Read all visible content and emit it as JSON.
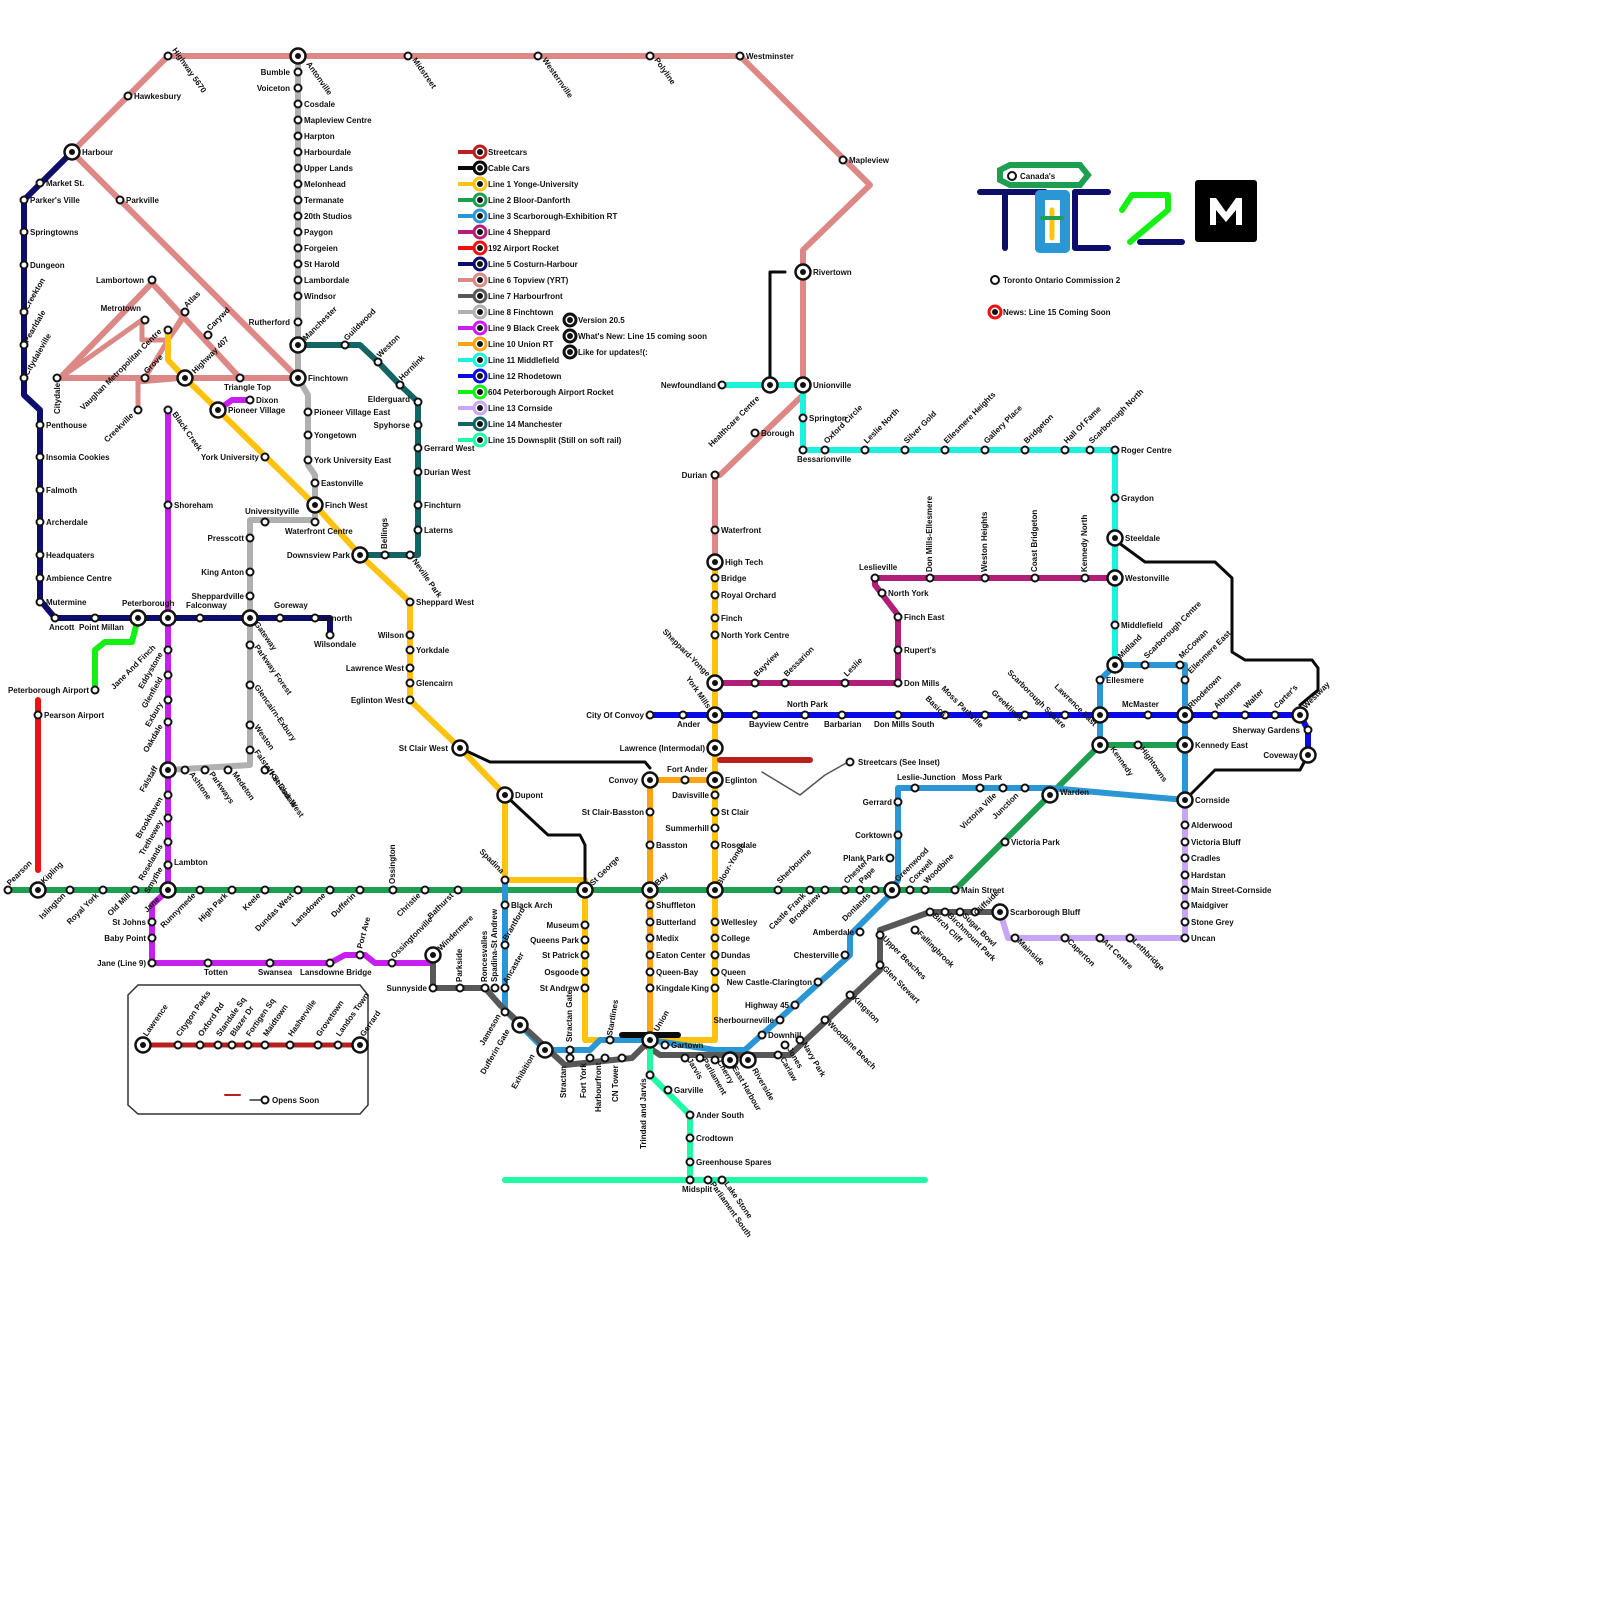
{
  "colors": {
    "line1": "#ffc20e",
    "line2": "#1e9e50",
    "line3": "#2a97d4",
    "line4": "#b21f79",
    "line5": "#0d0d6b",
    "line6": "#dc8886",
    "line7": "#585858",
    "line8": "#b0b0b0",
    "line9": "#c81ef0",
    "line10": "#fba412",
    "line11": "#1ef0de",
    "line12": "#0a0ae6",
    "line13": "#c8a6f5",
    "line14": "#146464",
    "line15": "#1efaa6",
    "airport": "#f01010",
    "peterborough": "#14f014",
    "cable": "#0a0a0a",
    "streetcar": "#b82020",
    "black": "#000000"
  },
  "logo": {
    "title_badge": "Canada's",
    "subtitle": "Toronto Ontario Commission 2",
    "news": "News: Line 15 Coming Soon"
  },
  "legend": [
    {
      "label": "Streetcars",
      "color": "#b82020"
    },
    {
      "label": "Cable Cars",
      "color": "#0a0a0a"
    },
    {
      "label": "Line 1 Yonge-University",
      "color": "#ffc20e"
    },
    {
      "label": "Line 2 Bloor-Danforth",
      "color": "#1e9e50"
    },
    {
      "label": "Line 3 Scarborough-Exhibition RT",
      "color": "#2a97d4"
    },
    {
      "label": "Line 4 Sheppard",
      "color": "#b21f79"
    },
    {
      "label": "192 Airport Rocket",
      "color": "#f01010"
    },
    {
      "label": "Line 5 Costurn-Harbour",
      "color": "#0d0d6b"
    },
    {
      "label": "Line 6 Topview (YRT)",
      "color": "#dc8886"
    },
    {
      "label": "Line 7 Harbourfront",
      "color": "#585858"
    },
    {
      "label": "Line 8 Finchtown",
      "color": "#b0b0b0"
    },
    {
      "label": "Line 9 Black Creek",
      "color": "#c81ef0"
    },
    {
      "label": "Line 10 Union RT",
      "color": "#fba412"
    },
    {
      "label": "Line 11 Middlefield",
      "color": "#1ef0de"
    },
    {
      "label": "Line 12 Rhodetown",
      "color": "#0a0ae6"
    },
    {
      "label": "604 Peterborough Airport Rocket",
      "color": "#14f014"
    },
    {
      "label": "Line 13 Cornside",
      "color": "#c8a6f5"
    },
    {
      "label": "Line 14 Manchester",
      "color": "#146464"
    },
    {
      "label": "Line 15 Downsplit (Still on soft rail)",
      "color": "#1efaa6"
    }
  ],
  "notes": [
    "Version 20.5",
    "What's New: Line 15 coming soon",
    "Like for updates!(:"
  ],
  "inset": {
    "opens_soon": "Opens Soon",
    "streetcar_ref": "Streetcars (See Inset)"
  },
  "stations": {
    "l6": [
      "Highway 5670",
      "Hawkesbury",
      "Harbour",
      "Parkville",
      "Antonville",
      "Midstreet",
      "Westernville",
      "Polyline",
      "Westminster",
      "Mapleview",
      "Rivertown",
      "Unionville",
      "Healthcare Centre",
      "Borough",
      "Durian",
      "Waterfront",
      "Lambortown",
      "Metrotown",
      "Atlas",
      "Carywd",
      "Highway 407",
      "Triangle Top",
      "Vaughan Metropolitan Centre",
      "Grove",
      "Citydale",
      "Creekville"
    ],
    "l8": [
      "Bumble",
      "Voiceton",
      "Cosdale",
      "Mapleview Centre",
      "Harpton",
      "Harbourdale",
      "Upper Lands",
      "Melonhead",
      "Termanate",
      "20th Studios",
      "Paygon",
      "Forgeien",
      "St Harold",
      "Lambordale",
      "Windsor",
      "Rutherford",
      "Pioneer Village East",
      "Yongetown",
      "York University East",
      "Eastonville",
      "Waterfront Centre",
      "Universityville",
      "Presscott",
      "King Anton",
      "Sheppardville",
      "Parkway Forest",
      "Glencairn-Exbury",
      "Weston",
      "Falstaff-St Clair West",
      "Keelesdale",
      "Medeton",
      "Parkways",
      "Ashtone"
    ],
    "l14": [
      "Manchester",
      "Guildwood",
      "Weston",
      "Hornlink",
      "Elderguard",
      "Spyhorse",
      "Gerrard West",
      "Durian West",
      "Finchturn",
      "Laterns",
      "Neville Park",
      "Bellings",
      "Finchtown",
      "Finch West",
      "Downsview Park"
    ],
    "l5": [
      "Market St.",
      "Parker's Ville",
      "Springtowns",
      "Dungeon",
      "Creekton",
      "Pearldale",
      "Citydaleville",
      "Penthouse",
      "Insomia Cookies",
      "Falmoth",
      "Archerdale",
      "Headquaters",
      "Ambience Centre",
      "Mutermine",
      "Ancott",
      "Point Millan",
      "Peterborough",
      "Falconway",
      "Gateway",
      "Goreway",
      "Annorth",
      "Wilsondale"
    ],
    "l9": [
      "Dixon",
      "Pioneer Village",
      "Black Creek",
      "Shoreham",
      "Jane And Finch",
      "Eddystone",
      "Glenfield",
      "Exbury",
      "Oakdale",
      "Falstaff",
      "Brookhaven",
      "Trethewey",
      "Roselands",
      "Smythe",
      "Lambton",
      "St Johns",
      "Baby Point",
      "Jane (Line 9)",
      "Totten",
      "Swansea",
      "Lansdowne Bridge",
      "Port Ave",
      "Ossingtonville"
    ],
    "misc": [
      "Peterborough Airport",
      "Pearson Airport",
      "York University"
    ],
    "l1": [
      "Sheppard West",
      "Wilson",
      "Yorkdale",
      "Lawrence West",
      "Glencairn",
      "Eglinton West",
      "St Clair West",
      "Dupont",
      "Spadina",
      "St George",
      "Museum",
      "Queens Park",
      "St Patrick",
      "Osgoode",
      "St Andrew",
      "Union",
      "Startlines",
      "Gartown",
      "King",
      "Queen",
      "Dundas",
      "College",
      "Wellesley",
      "Bloor-Yonge",
      "Rosedale",
      "Summerhill",
      "St Clair",
      "Davisville",
      "Eglinton",
      "Lawrence (Intermodal)",
      "York Mills",
      "Sheppard-Yonge",
      "North York Centre",
      "Finch",
      "Royal Orchard",
      "Bridge",
      "High Tech"
    ],
    "l2": [
      "Pearson",
      "Kipling",
      "Islington",
      "Royal York",
      "Old Mill",
      "Jane",
      "Runnymede",
      "High Park",
      "Keele",
      "Dundas West",
      "Lansdowne",
      "Dufferin",
      "Ossington",
      "Christie",
      "Bathurst",
      "Bay",
      "Sherbourne",
      "Castle Frank",
      "Broadview",
      "Chester",
      "Pape",
      "Donlands",
      "Greenwood",
      "Coxwell",
      "Woodbine",
      "Main Street",
      "Victoria Park",
      "Warden",
      "Kennedy",
      "Hightowns"
    ],
    "l10": [
      "Convoy",
      "Fort Ander",
      "St Clair-Basston",
      "Basston",
      "Shuffleton",
      "Butterland",
      "Medix",
      "Eaton Center",
      "Queen-Bay",
      "Kingdale"
    ],
    "l3": [
      "Black Arch",
      "Brantford",
      "Ancaster",
      "Jameson",
      "Dufferin Gate",
      "Exhibition",
      "Stractan Gate",
      "Cherry",
      "East Harbour",
      "Riverside",
      "Downhill",
      "Sherbourneville",
      "Highway 45",
      "New Castle-Clarington",
      "Chesterville",
      "Amberdale",
      "Corktown",
      "Plank Park",
      "Gerrard",
      "Leslie-Junction",
      "Moss Park",
      "Victoria Ville",
      "Junction",
      "Ellesmere",
      "Midland",
      "Scarborough Centre",
      "McCowan",
      "Ellesmere East",
      "Kennedy East",
      "Cornside"
    ],
    "l7": [
      "Sunnyside",
      "Parkside",
      "Roncesvalles",
      "Spadina-St Andrew",
      "Stractan",
      "Fort York",
      "Harbourfront",
      "CN Tower",
      "Jarvis",
      "Parliament",
      "Carlaw",
      "Jones",
      "Navy Park",
      "Woodbine Beach",
      "Kingston",
      "Glen Stewart",
      "Upper Beaches",
      "Fallingbrook",
      "Birch Cliff",
      "Birchmount Park",
      "Sugar Bowl",
      "Cliffside",
      "Scarborough Bluff",
      "Windermere"
    ],
    "l13": [
      "Alderwood",
      "Victoria Bluff",
      "Cradles",
      "Hardstan",
      "Main Street-Cornside",
      "Maidgiver",
      "Stone Grey",
      "Uncan",
      "Mainside",
      "Caperton",
      "Art Centre",
      "Lethbridge"
    ],
    "l11": [
      "Newfoundland",
      "Springton",
      "Bessarionville",
      "Oxford Circle",
      "Leslie North",
      "Silver Gold",
      "Ellesmere Heights",
      "Gallery Place",
      "Bridgeton",
      "Hall Of Fame",
      "Scarborough North",
      "Roger Centre",
      "Graydon",
      "Steeldale",
      "Westonville",
      "Middlefield"
    ],
    "l4": [
      "Leslieville",
      "Don Mills-Ellesmere",
      "Weston Heights",
      "Coast Bridgeton",
      "Kennedy North",
      "North York",
      "Finch East",
      "Rupert's",
      "Don Mills",
      "Leslie",
      "Bessarion",
      "Bayview"
    ],
    "l12": [
      "City Of Convoy",
      "Ander",
      "Bayview Centre",
      "North Park",
      "Barbarian",
      "Don Mills South",
      "Basics",
      "Moss Parkville",
      "Greeklines",
      "Scarborough Square",
      "Lawrence East",
      "McMaster",
      "Rhodetown",
      "Albourne",
      "Walter",
      "Carter's",
      "Westway",
      "Sherway Gardens",
      "Coveway"
    ],
    "l15": [
      "Trindad and Jarvis",
      "Garville",
      "Ander South",
      "Crodtown",
      "Greenhouse Spares",
      "Midsplit",
      "Parliament South",
      "Lake Stone"
    ],
    "inset": [
      "Lawrence",
      "Citygon Parks",
      "Oxford Rd",
      "Standale Sq",
      "Blazer Dr",
      "Fortigen Sq",
      "Maidtown",
      "Hasherville",
      "Grovetown",
      "Landos Town",
      "Gerrard"
    ]
  }
}
